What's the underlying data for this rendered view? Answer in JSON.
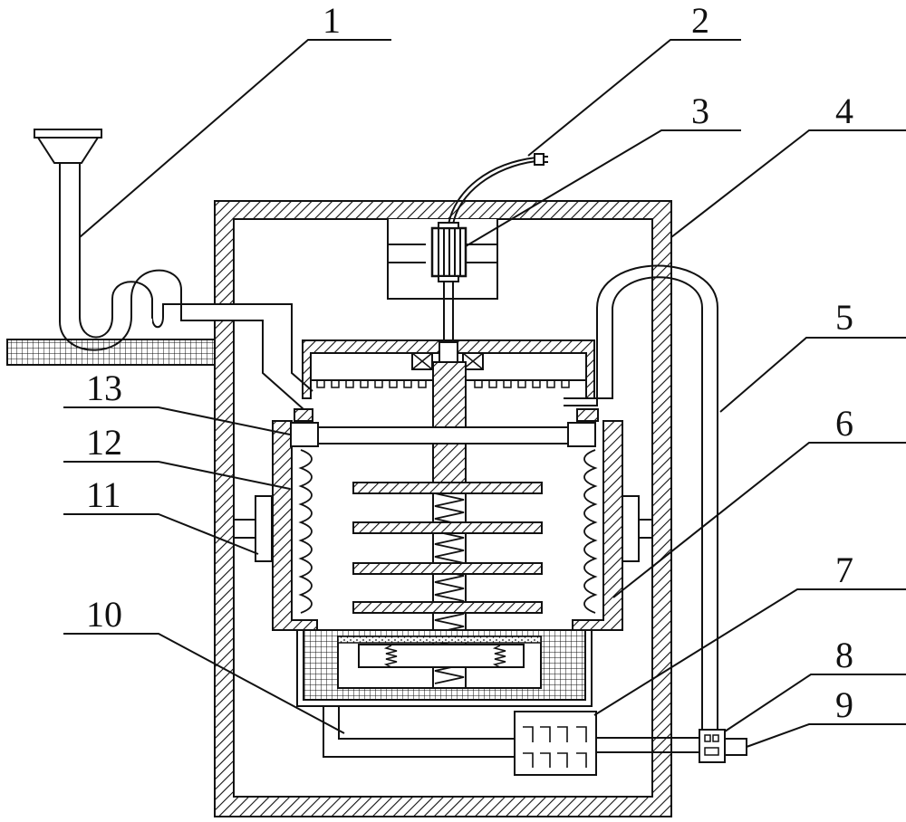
{
  "figure": {
    "labels": {
      "l1": "1",
      "l2": "2",
      "l3": "3",
      "l4": "4",
      "l5": "5",
      "l6": "6",
      "l7": "7",
      "l8": "8",
      "l9": "9",
      "l10": "10",
      "l11": "11",
      "l12": "12",
      "l13": "13"
    },
    "colors": {
      "line": "#111111",
      "background": "#ffffff"
    }
  }
}
